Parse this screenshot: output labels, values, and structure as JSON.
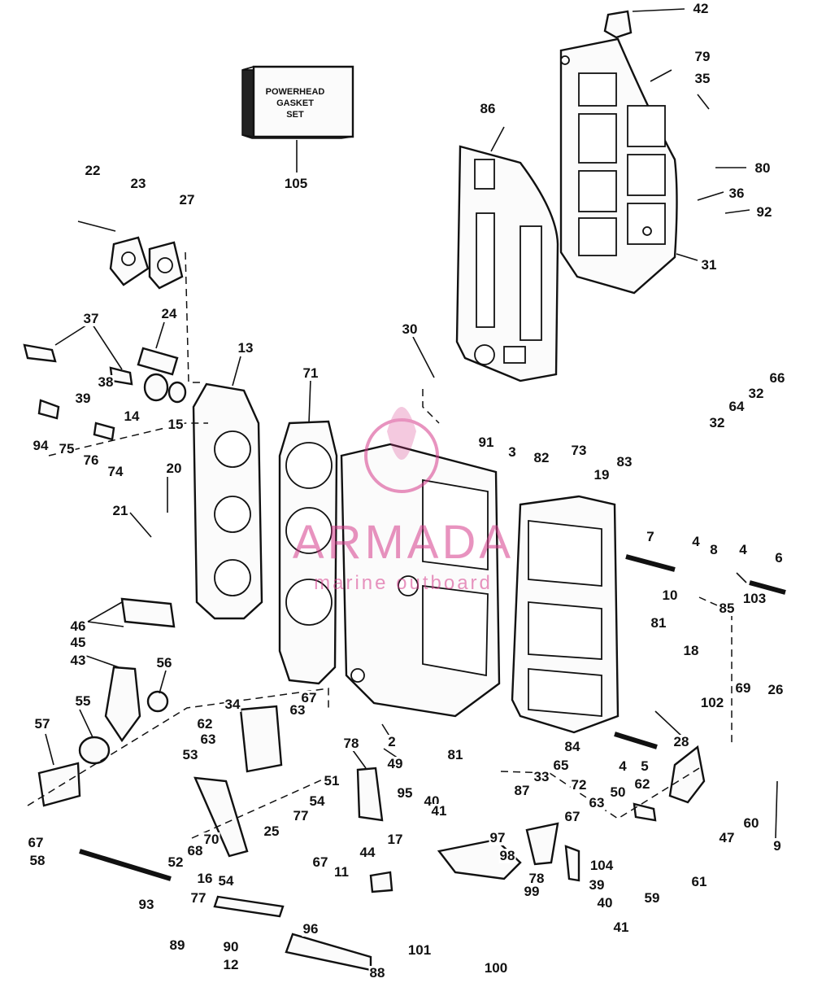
{
  "kit_box": {
    "line1": "POWERHEAD",
    "line2": "GASKET",
    "line3": "SET"
  },
  "watermark": {
    "brand": "ARMADA",
    "tagline": "marine outboard",
    "color": "#d63c8c"
  },
  "callouts": [
    "2",
    "3",
    "4",
    "4",
    "4",
    "5",
    "6",
    "7",
    "8",
    "9",
    "10",
    "11",
    "12",
    "13",
    "14",
    "15",
    "16",
    "17",
    "18",
    "19",
    "20",
    "21",
    "22",
    "23",
    "24",
    "25",
    "26",
    "27",
    "28",
    "30",
    "31",
    "32",
    "32",
    "33",
    "34",
    "35",
    "36",
    "37",
    "38",
    "39",
    "39",
    "40",
    "40",
    "41",
    "41",
    "42",
    "43",
    "44",
    "45",
    "46",
    "47",
    "49",
    "50",
    "51",
    "52",
    "53",
    "54",
    "54",
    "55",
    "56",
    "57",
    "58",
    "59",
    "60",
    "61",
    "62",
    "62",
    "63",
    "63",
    "63",
    "64",
    "65",
    "66",
    "67",
    "67",
    "67",
    "67",
    "68",
    "69",
    "70",
    "71",
    "72",
    "73",
    "74",
    "75",
    "76",
    "77",
    "77",
    "78",
    "78",
    "79",
    "80",
    "81",
    "81",
    "82",
    "83",
    "84",
    "85",
    "86",
    "87",
    "88",
    "89",
    "90",
    "91",
    "92",
    "93",
    "94",
    "95",
    "96",
    "97",
    "98",
    "99",
    "100",
    "101",
    "102",
    "103",
    "104",
    "105"
  ]
}
